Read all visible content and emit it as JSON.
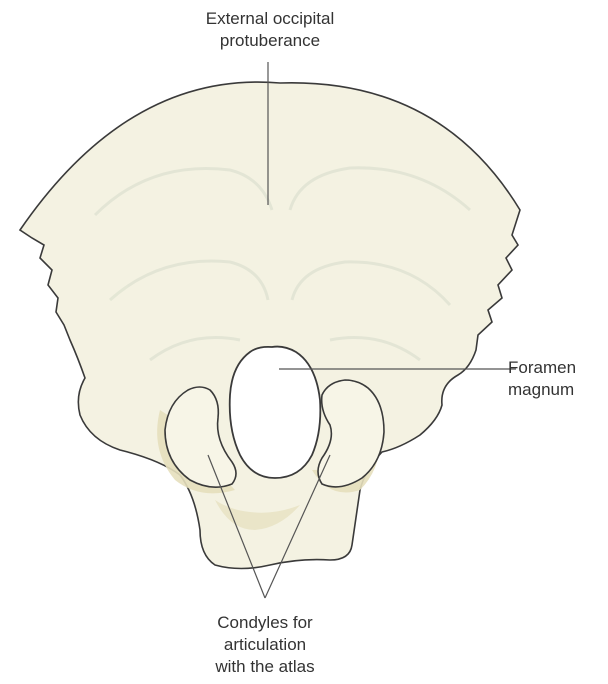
{
  "labels": {
    "external_occipital_protuberance": [
      "External occipital",
      "protuberance"
    ],
    "foramen_magnum": [
      "Foramen",
      "magnum"
    ],
    "condyles": [
      "Condyles for",
      "articulation",
      "with the atlas"
    ]
  },
  "colors": {
    "bone_fill": "#f4f2e2",
    "bone_shadow": "#e6dfbd",
    "outline": "#3a3a3a",
    "leader_line": "#555555",
    "text": "#333333"
  }
}
